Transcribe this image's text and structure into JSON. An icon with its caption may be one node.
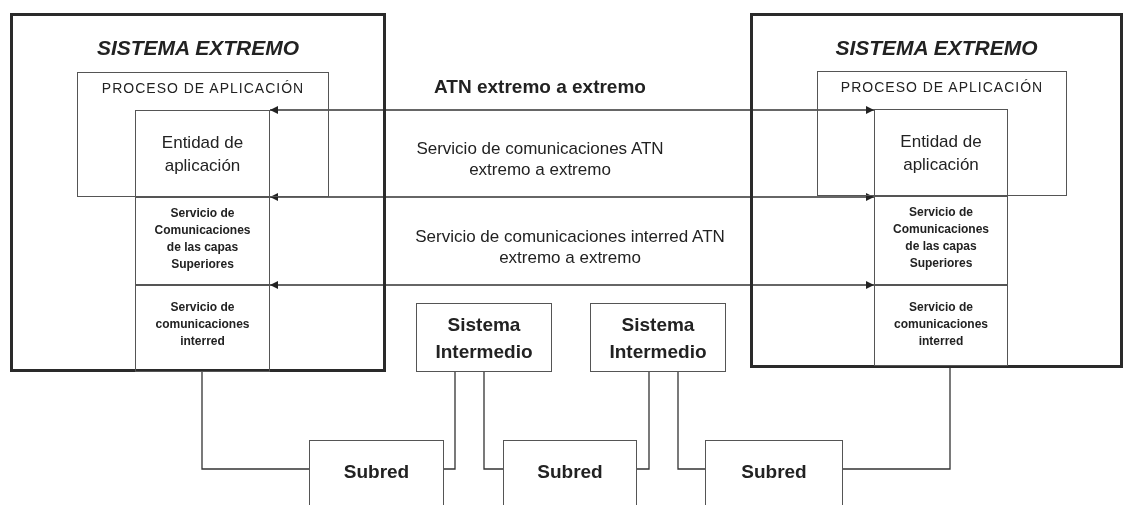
{
  "diagram": {
    "nodes": [
      {
        "text": [
          "SISTEMA EXTREMO"
        ]
      },
      {
        "text": [
          "PROCESO DE APLICACIÓN"
        ],
        "in": 0
      },
      {
        "text": [
          "Entidad de aplicación"
        ],
        "in": 1
      },
      {
        "text": [
          "Servicio de Comunicaciones de las capas Superiores"
        ],
        "in": 0
      },
      {
        "text": [
          "Servicio de comunicaciones interred"
        ],
        "in": 0
      },
      {
        "text": [
          "SISTEMA EXTREMO"
        ]
      },
      {
        "text": [
          "PROCESO DE APLICACIÓN"
        ],
        "in": 5
      },
      {
        "text": [
          "Entidad de aplicación"
        ],
        "in": 6
      },
      {
        "text": [
          "Servicio de Comunicaciones de las capas Superiores"
        ],
        "in": 5
      },
      {
        "text": [
          "Servicio de comunicaciones interred"
        ],
        "in": 5
      },
      {
        "text": [
          "Sistema Intermedio"
        ]
      },
      {
        "text": [
          "Sistema Intermedio"
        ]
      },
      {
        "text": [
          "Subred"
        ]
      },
      {
        "text": [
          "Subred"
        ]
      },
      {
        "text": [
          "Subred"
        ]
      }
    ],
    "edges": [
      {
        "from": 2,
        "to": 7,
        "arrow": "both"
      },
      {
        "from": 3,
        "to": 8,
        "arrow": "both"
      },
      {
        "from": 4,
        "to": 9,
        "arrow": "both"
      },
      {
        "from": 4,
        "to": 12,
        "arrow": "none"
      },
      {
        "from": 10,
        "to": 12,
        "arrow": "none"
      },
      {
        "from": 10,
        "to": 13,
        "arrow": "none"
      },
      {
        "from": 11,
        "to": 13,
        "arrow": "none"
      },
      {
        "from": 11,
        "to": 14,
        "arrow": "none"
      },
      {
        "from": 9,
        "to": 14,
        "arrow": "none"
      }
    ],
    "labels": [
      "ATN extremo a extremo",
      "Servicio de comunicaciones ATN extremo a extremo",
      "Servicio de comunicaciones interred ATN  extremo a extremo"
    ]
  }
}
